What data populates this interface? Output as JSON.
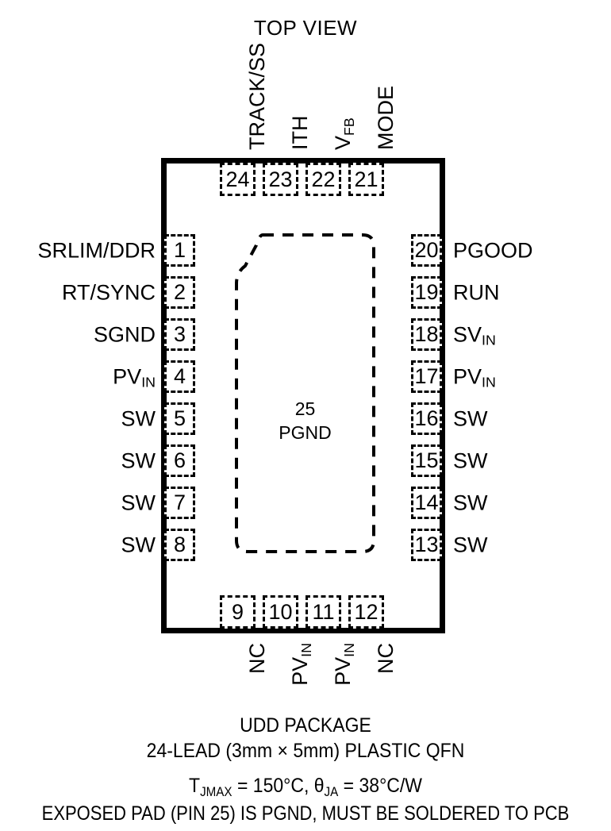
{
  "diagram": {
    "title": "TOP VIEW",
    "exposed_pad": {
      "number": "25",
      "name": "PGND",
      "text": "25\nPGND"
    },
    "pins_left": [
      {
        "number": "1",
        "label": "SRLIM/DDR"
      },
      {
        "number": "2",
        "label": "RT/SYNC"
      },
      {
        "number": "3",
        "label": "SGND"
      },
      {
        "number": "4",
        "label": "PV",
        "sub": "IN"
      },
      {
        "number": "5",
        "label": "SW"
      },
      {
        "number": "6",
        "label": "SW"
      },
      {
        "number": "7",
        "label": "SW"
      },
      {
        "number": "8",
        "label": "SW"
      }
    ],
    "pins_right": [
      {
        "number": "20",
        "label": "PGOOD"
      },
      {
        "number": "19",
        "label": "RUN"
      },
      {
        "number": "18",
        "label": "SV",
        "sub": "IN"
      },
      {
        "number": "17",
        "label": "PV",
        "sub": "IN"
      },
      {
        "number": "16",
        "label": "SW"
      },
      {
        "number": "15",
        "label": "SW"
      },
      {
        "number": "14",
        "label": "SW"
      },
      {
        "number": "13",
        "label": "SW"
      }
    ],
    "pins_top": [
      {
        "number": "24",
        "label": "TRACK/SS"
      },
      {
        "number": "23",
        "label": "ITH"
      },
      {
        "number": "22",
        "label": "V",
        "sub": "FB"
      },
      {
        "number": "21",
        "label": "MODE"
      }
    ],
    "pins_bottom": [
      {
        "number": "9",
        "label": "NC"
      },
      {
        "number": "10",
        "label": "PV",
        "sub": "IN"
      },
      {
        "number": "11",
        "label": "PV",
        "sub": "IN"
      },
      {
        "number": "12",
        "label": "NC"
      }
    ]
  },
  "caption": {
    "line1": "UDD PACKAGE",
    "line2": "24-LEAD (3mm × 5mm) PLASTIC QFN",
    "line3_parts": {
      "t": "T",
      "t_sub": "JMAX",
      "mid": " = 150°C, ",
      "theta": "θ",
      "theta_sub": "JA",
      "end": " = 38°C/W"
    },
    "line3_plain": "TJMAX = 150°C, θJA = 38°C/W",
    "line4": "EXPOSED PAD (PIN 25) IS PGND, MUST BE SOLDERED TO PCB"
  },
  "colors": {
    "ink": "#000000",
    "background": "#ffffff"
  }
}
